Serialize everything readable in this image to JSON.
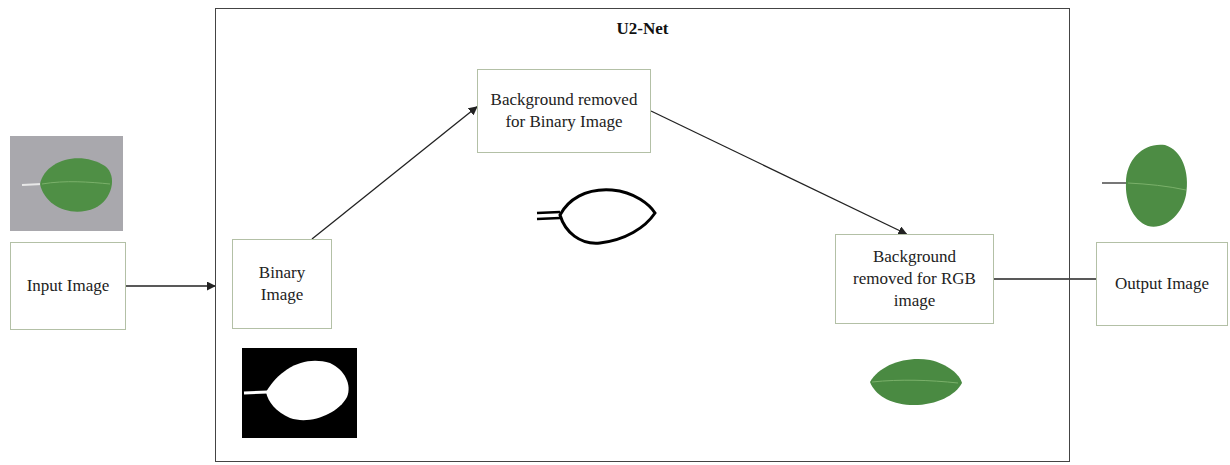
{
  "diagram": {
    "nodes": [
      {
        "text": [
          "Input Image"
        ]
      },
      {
        "text": [
          "U2-Net"
        ]
      },
      {
        "text": [
          "Binary Image"
        ],
        "in": 1
      },
      {
        "text": [
          "Background removed for Binary Image"
        ],
        "in": 1
      },
      {
        "text": [
          "Background removed for RGB image"
        ],
        "in": 1
      },
      {
        "text": [
          "Output Image"
        ]
      }
    ],
    "edges": [
      {
        "from": 0,
        "to": 1,
        "arrow": "to"
      },
      {
        "from": 2,
        "to": 3,
        "arrow": "to"
      },
      {
        "from": 3,
        "to": 4,
        "arrow": "to"
      },
      {
        "from": 4,
        "to": 5,
        "arrow": "none"
      }
    ]
  }
}
